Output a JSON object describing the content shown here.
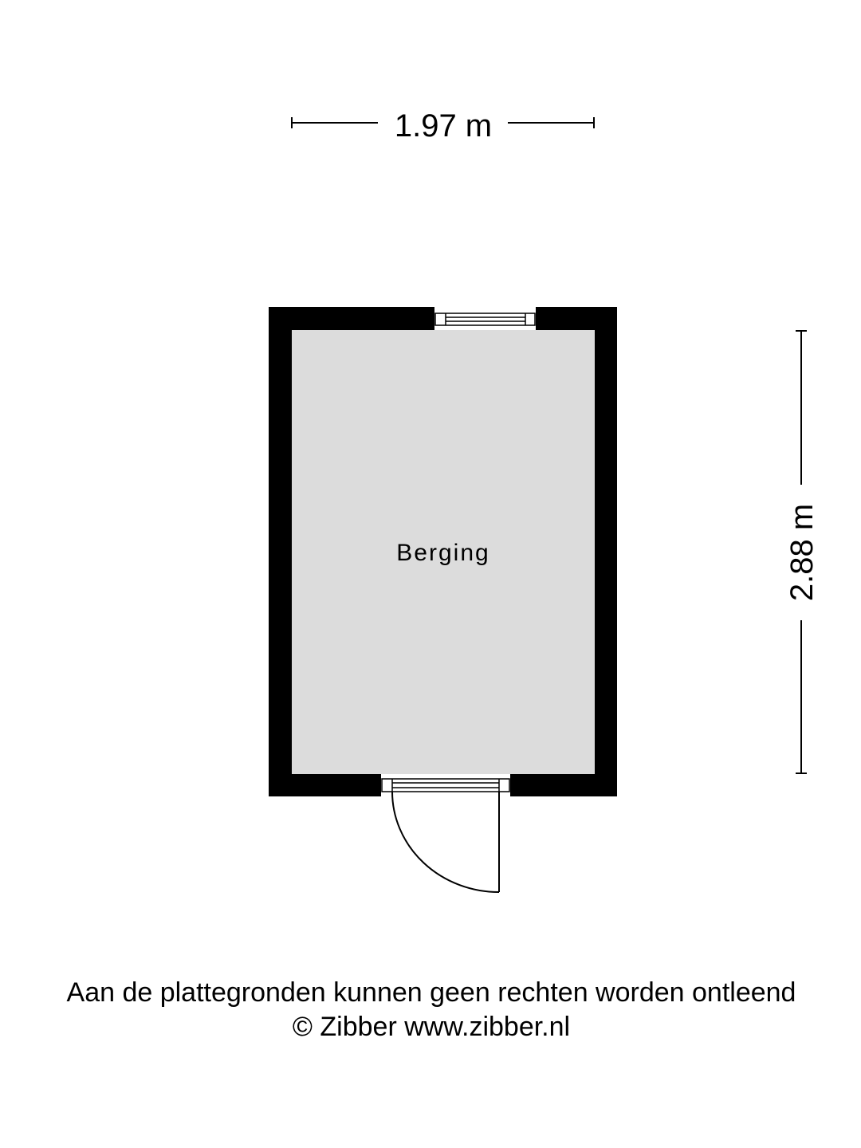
{
  "dimensions": {
    "width_label": "1.97 m",
    "height_label": "2.88 m"
  },
  "room": {
    "name": "Berging"
  },
  "footer": {
    "disclaimer": "Aan de plattegronden kunnen geen rechten worden ontleend",
    "copyright": "© Zibber www.zibber.nl"
  },
  "colors": {
    "wall": "#000000",
    "floor": "#dcdcdc",
    "background": "#ffffff"
  }
}
